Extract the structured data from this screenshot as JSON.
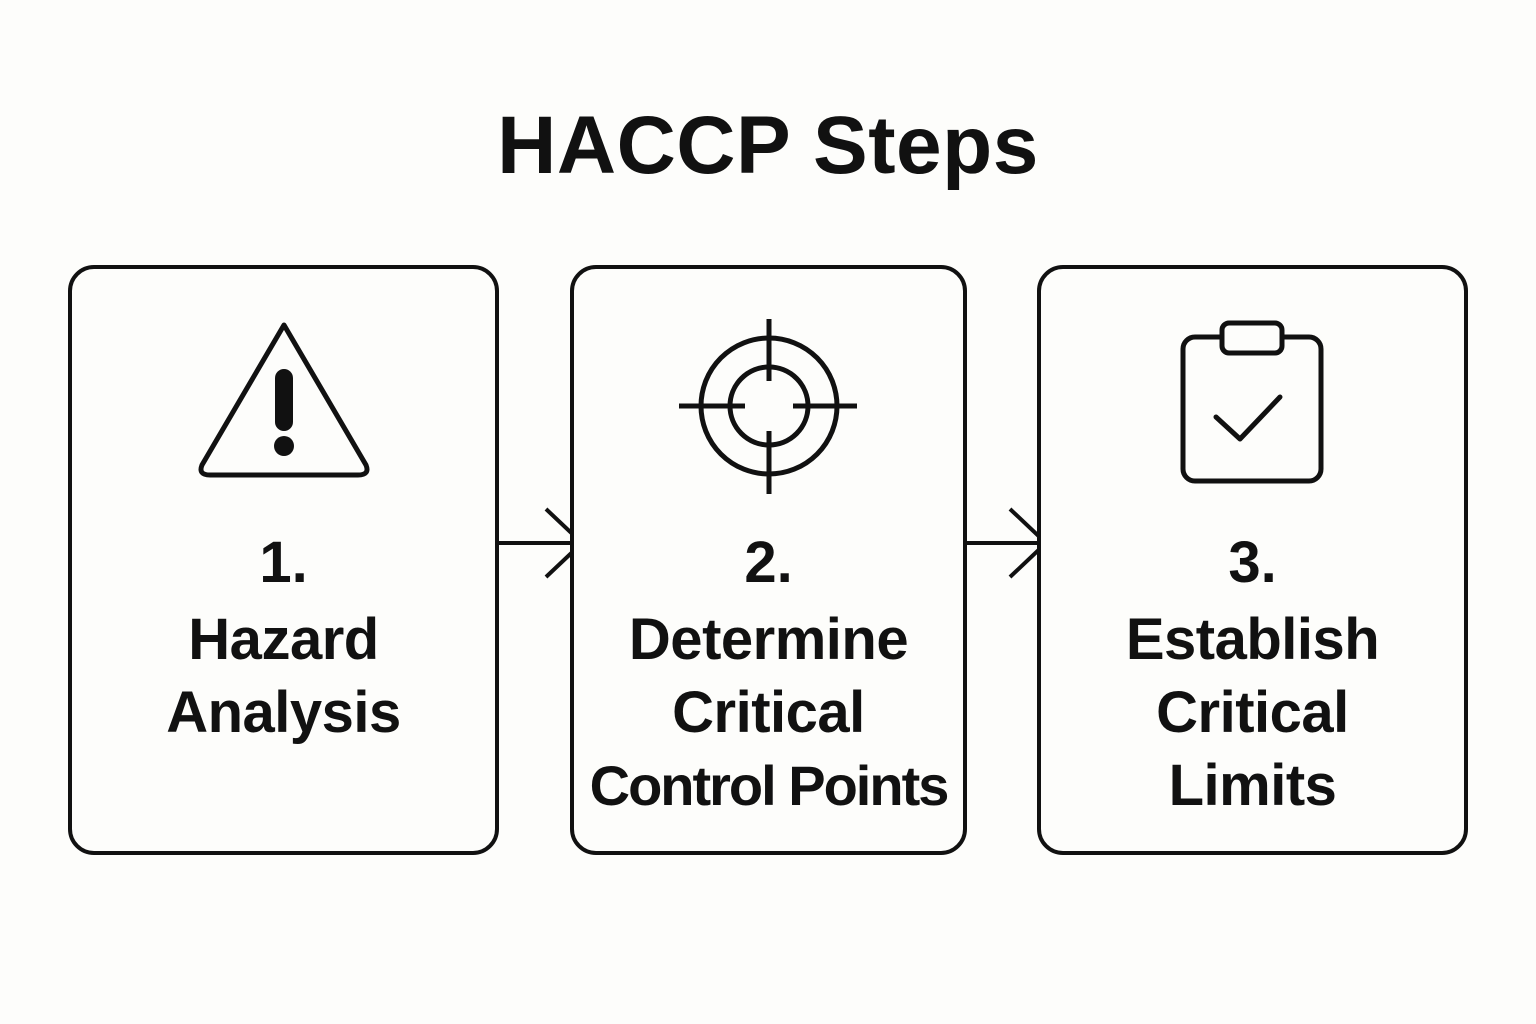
{
  "title": "HACCP Steps",
  "steps": [
    {
      "number": "1.",
      "lines": [
        "Hazard",
        "Analysis"
      ],
      "icon": "warning-triangle-icon"
    },
    {
      "number": "2.",
      "lines": [
        "Determine",
        "Critical",
        "Control Points"
      ],
      "icon": "crosshair-target-icon"
    },
    {
      "number": "3.",
      "lines": [
        "Establish",
        "Critical",
        "Limits"
      ],
      "icon": "clipboard-check-icon"
    }
  ],
  "colors": {
    "stroke": "#111111",
    "background": "#fdfdfb"
  }
}
